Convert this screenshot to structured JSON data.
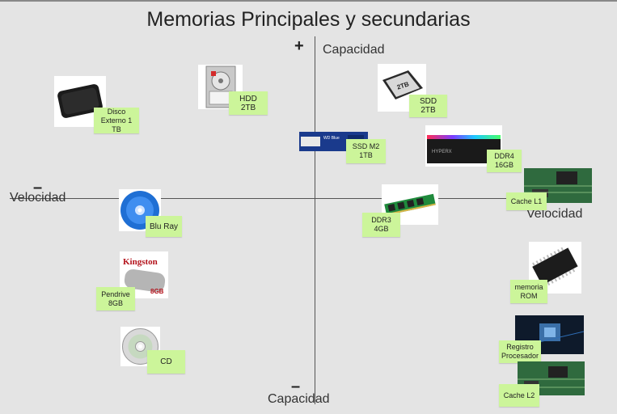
{
  "title": "Memorias Principales y secundarias",
  "axes": {
    "y_top_label": "Capacidad",
    "y_bottom_label": "Capacidad",
    "x_left_label": "Velocidad",
    "x_right_label": "Velocidad",
    "plus": "+",
    "minus": "–"
  },
  "items": {
    "disco_externo": "Disco Externo 1 TB",
    "hdd": "HDD 2TB",
    "sdd": "SDD 2TB",
    "ssd_m2_a": "SSD M2",
    "ssd_m2_b": "1TB",
    "ddr4_a": "DDR4",
    "ddr4_b": "16GB",
    "cache_l1": "Cache L1",
    "blu_ray": "Blu Ray",
    "ddr3_a": "DDR3",
    "ddr3_b": "4GB",
    "pendrive_a": "Pendrive",
    "pendrive_b": "8GB",
    "rom_a": "memoria",
    "rom_b": "ROM",
    "registro_a": "Registro",
    "registro_b": "Procesador",
    "cd": "CD",
    "cache_l2": "Cache L2"
  },
  "pic_text": {
    "kingston": "Kingston",
    "kingston_size": "8GB",
    "ssd_label": "WD Blue",
    "sdd_label": "2TB",
    "hyperx": "HYPERX"
  },
  "colors": {
    "note": "#ccf59a",
    "background": "#e4e4e4",
    "axis": "#555555"
  }
}
